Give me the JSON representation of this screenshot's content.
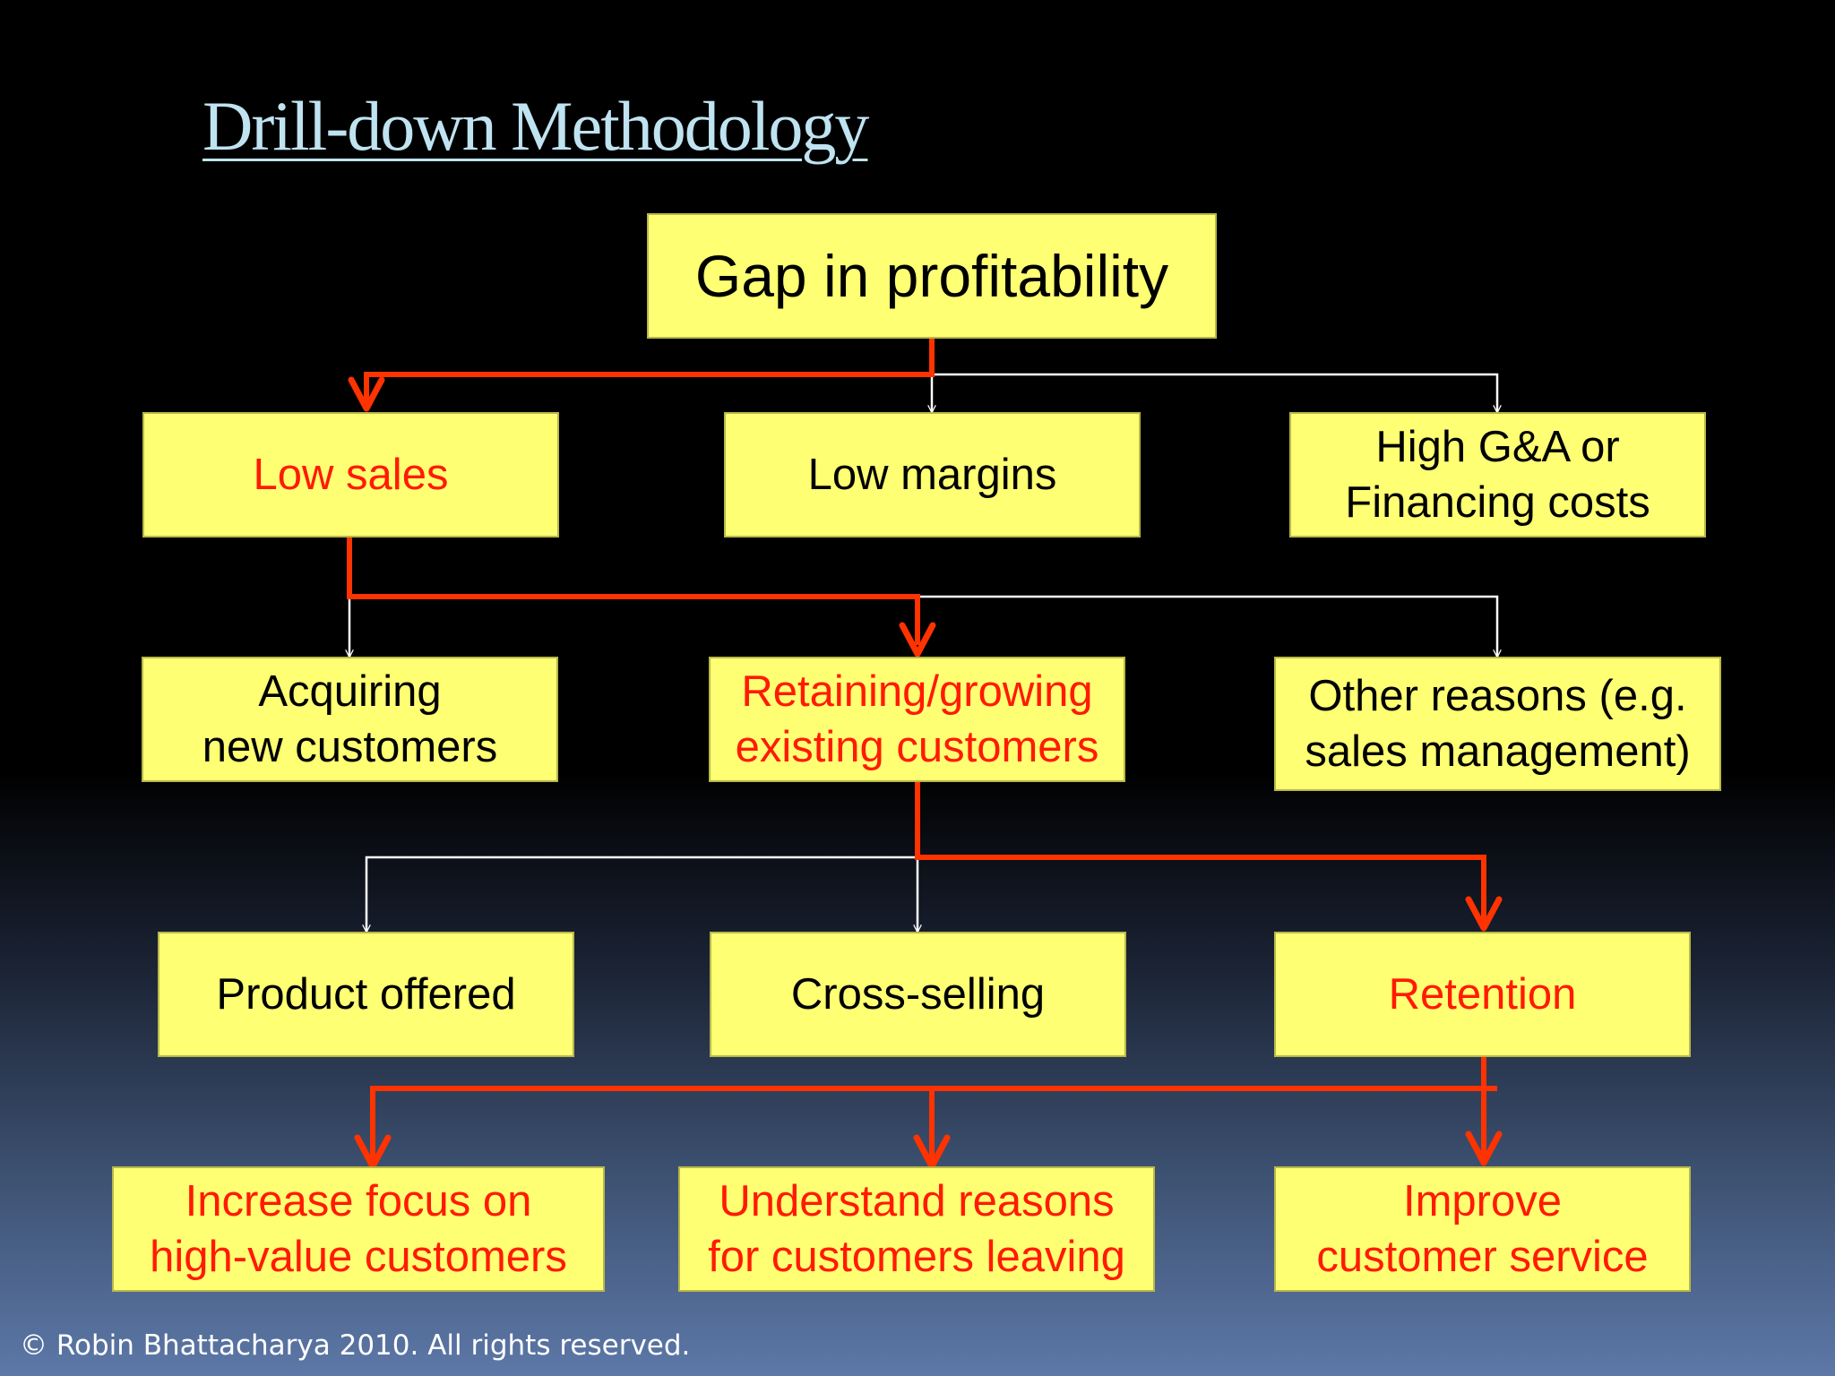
{
  "slide": {
    "title": "Drill-down Methodology",
    "footer": "© Robin Bhattacharya 2010. All rights reserved."
  },
  "colors": {
    "box_fill": "#ffff73",
    "highlight_text": "#ff1a00",
    "highlight_path": "#ff3300",
    "normal_path": "#ffffff",
    "title": "#bfe3f0"
  },
  "diagram": {
    "root": {
      "text": "Gap in profitability"
    },
    "level1": [
      {
        "text": "Low sales",
        "highlighted": true
      },
      {
        "text": "Low margins",
        "highlighted": false
      },
      {
        "text": "High G&A or\nFinancing costs",
        "highlighted": false
      }
    ],
    "level2": [
      {
        "text": "Acquiring\nnew customers",
        "highlighted": false
      },
      {
        "text": "Retaining/growing\nexisting customers",
        "highlighted": true
      },
      {
        "text": "Other reasons (e.g.\nsales management)",
        "highlighted": false
      }
    ],
    "level3": [
      {
        "text": "Product offered",
        "highlighted": false
      },
      {
        "text": "Cross-selling",
        "highlighted": false
      },
      {
        "text": "Retention",
        "highlighted": true
      }
    ],
    "level4": [
      {
        "text": "Increase focus on\nhigh-value customers",
        "highlighted": true
      },
      {
        "text": "Understand reasons\nfor customers leaving",
        "highlighted": true
      },
      {
        "text": "Improve\ncustomer service",
        "highlighted": true
      }
    ]
  }
}
